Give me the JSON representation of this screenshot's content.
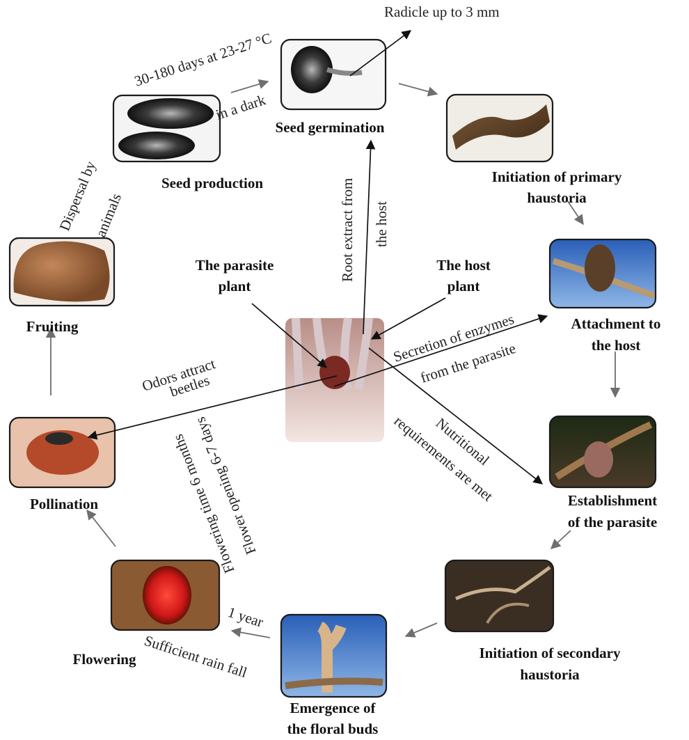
{
  "stages": {
    "seed_production": "Seed production",
    "seed_germination": "Seed germination",
    "primary_haustoria": [
      "Initiation of primary",
      "haustoria"
    ],
    "attachment": [
      "Attachment to",
      "the host"
    ],
    "establishment": [
      "Establishment",
      "of the parasite"
    ],
    "secondary_haustoria": [
      "Initiation of secondary",
      "haustoria"
    ],
    "floral_buds": [
      "Emergence of",
      "the floral buds"
    ],
    "flowering": "Flowering",
    "pollination": "Pollination",
    "fruiting": "Fruiting"
  },
  "center": {
    "parasite_plant": [
      "The parasite",
      "plant"
    ],
    "host_plant": [
      "The host",
      "plant"
    ]
  },
  "annotations": {
    "germination_conditions": "30-180 days at 23-27 °C",
    "in_a_dark": "in a dark",
    "radicle": "Radicle up to 3 mm",
    "root_extract": [
      "Root extract from",
      "the host"
    ],
    "enzymes": [
      "Secretion of enzymes",
      "from the parasite"
    ],
    "nutritional": [
      "Nutritional",
      "requirements are met"
    ],
    "odors": [
      "Odors attract",
      "beetles"
    ],
    "flowering_time": [
      "Flowering time 6 months",
      "Flower opening 6-7 days"
    ],
    "one_year": "1 year",
    "rainfall": "Sufficient rain fall",
    "dispersal": [
      "Dispersal by",
      "animals"
    ]
  }
}
